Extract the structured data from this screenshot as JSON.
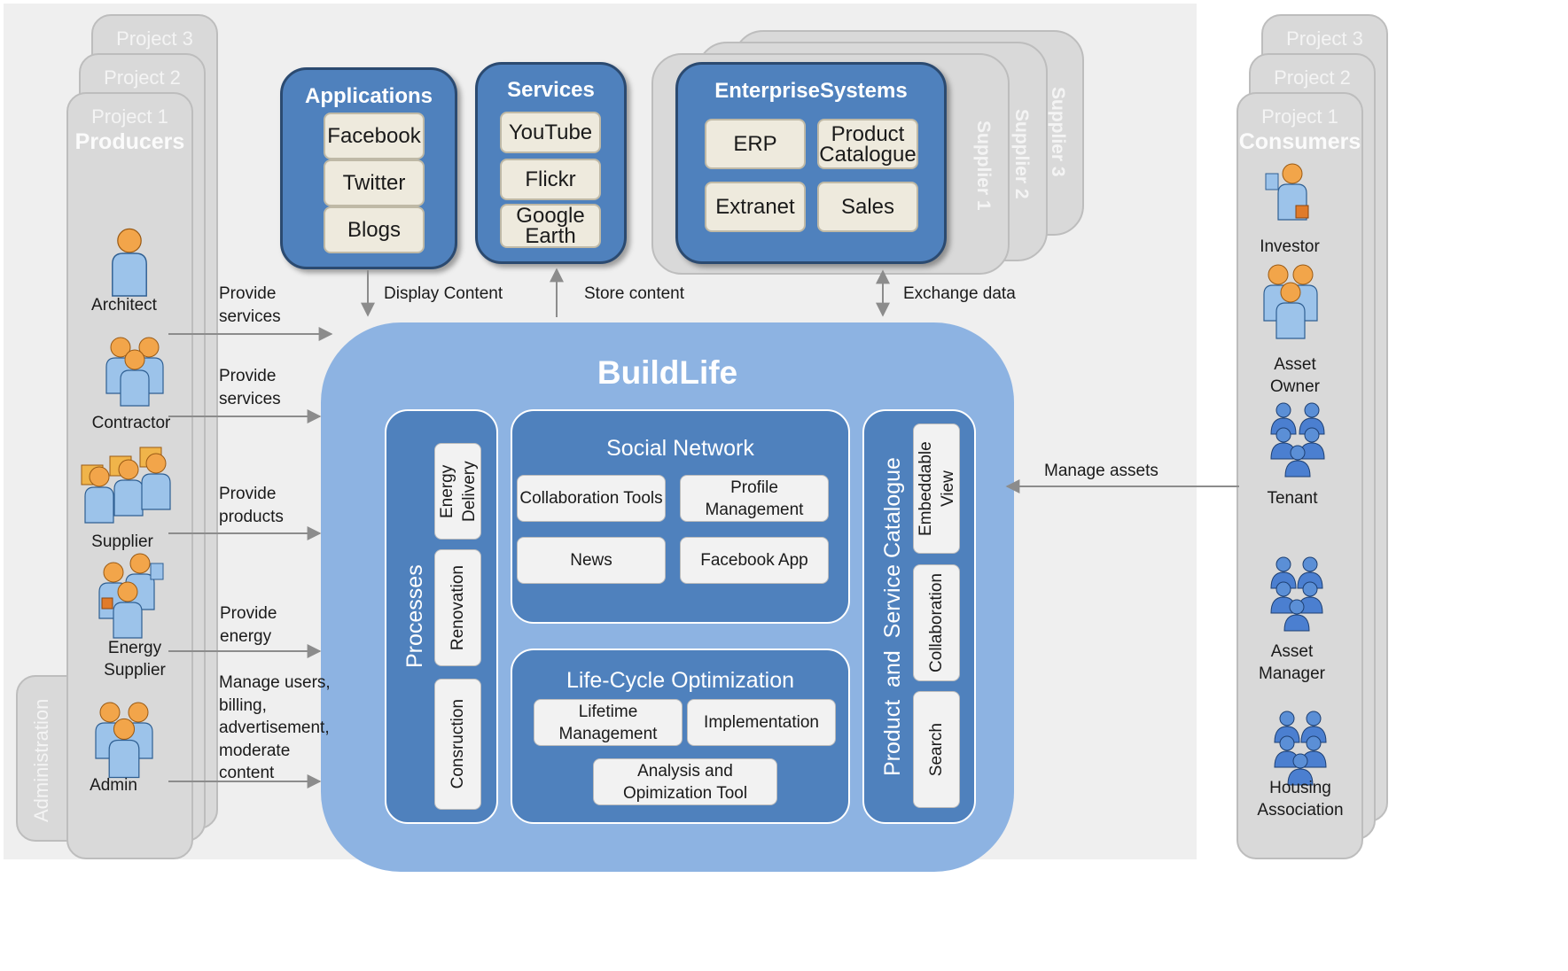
{
  "producers": {
    "project3": "Project 3",
    "project2": "Project 2",
    "project1": "Project 1",
    "title": "Producers",
    "roles": [
      "Architect",
      "Contractor",
      "Supplier",
      "Energy Supplier",
      "Admin"
    ],
    "administration": "Administration"
  },
  "consumers": {
    "project3": "Project 3",
    "project2": "Project 2",
    "project1": "Project 1",
    "title": "Consumers",
    "roles": [
      "Investor",
      "Asset Owner",
      "Tenant",
      "Asset Manager",
      "Housing Association"
    ]
  },
  "applications": {
    "title": "Applications",
    "items": [
      "Facebook",
      "Twitter",
      "Blogs"
    ]
  },
  "services": {
    "title": "Services",
    "items": [
      "YouTube",
      "Flickr",
      "Google Earth"
    ]
  },
  "enterprise": {
    "title": "EnterpriseSystems",
    "items": [
      "ERP",
      "Product Catalogue",
      "Extranet",
      "Sales"
    ],
    "suppliers": [
      "Supplier 1",
      "Supplier 2",
      "Supplier 3"
    ]
  },
  "flows": {
    "display_content": "Display Content",
    "store_content": "Store content",
    "exchange_data": "Exchange data",
    "provide_services_1": "Provide services",
    "provide_services_2": "Provide services",
    "provide_products": "Provide products",
    "provide_energy": "Provide energy",
    "manage_users": "Manage users, billing, advertisement, moderate content",
    "manage_assets": "Manage assets"
  },
  "buildlife": {
    "title": "BuildLife",
    "processes": {
      "title": "Processes",
      "items": [
        "Energy Delivery",
        "Renovation",
        "Consruction"
      ]
    },
    "social_network": {
      "title": "Social Network",
      "items": [
        "Collaboration Tools",
        "Profile Management",
        "News",
        "Facebook App"
      ]
    },
    "lifecycle": {
      "title": "Life-Cycle Optimization",
      "items": [
        "Lifetime Management",
        "Implementation",
        "Analysis and Opimization Tool"
      ]
    },
    "catalogue": {
      "title": "Product  and  Service Catalogue",
      "items": [
        "Embeddable View",
        "Collaboration",
        "Search"
      ]
    }
  },
  "colors": {
    "blue_box": "#4f81bd",
    "buildlife_bg": "#8db3e2",
    "grey_card": "#d9d9d9",
    "tan_item": "#eeeadd"
  }
}
